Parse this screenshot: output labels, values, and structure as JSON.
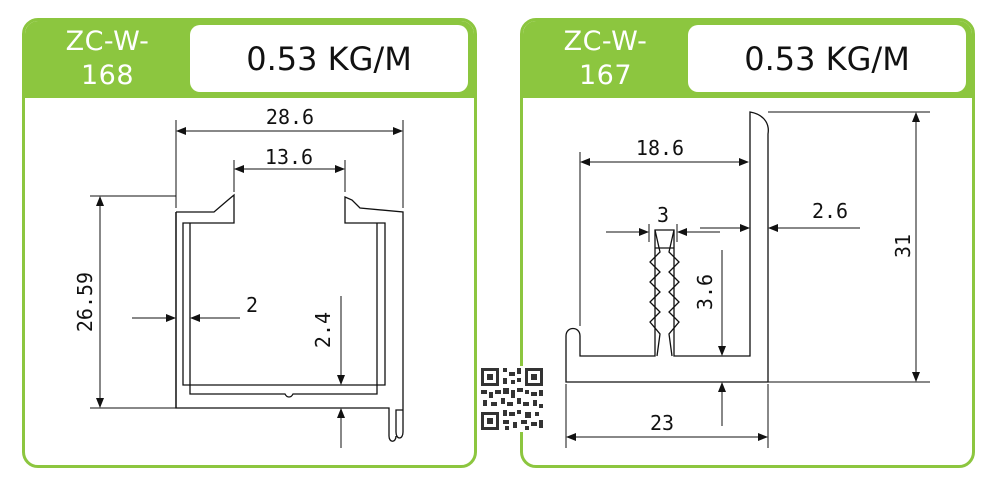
{
  "profiles": [
    {
      "code": "ZC-W-\n168",
      "weight": "0.53 KG/M",
      "dims": {
        "width": "28.6",
        "opening": "13.6",
        "height": "26.59",
        "wall": "2",
        "bottom": "2.4"
      }
    },
    {
      "code": "ZC-W-\n167",
      "weight": "0.53 KG/M",
      "dims": {
        "width": "18.6",
        "slot": "3",
        "wall": "2.6",
        "height": "31",
        "fin": "3.6",
        "base": "23"
      }
    }
  ],
  "colors": {
    "accent": "#8cc63f",
    "line": "#111111"
  }
}
